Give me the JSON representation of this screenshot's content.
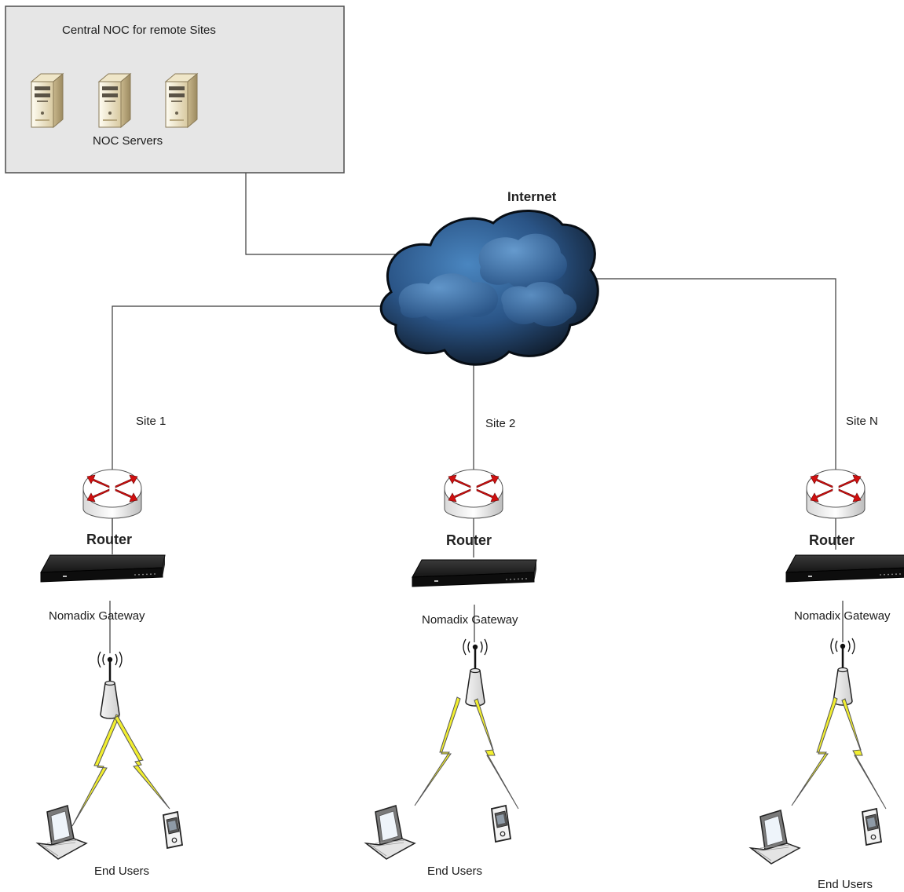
{
  "noc": {
    "title": "Central NOC for remote Sites",
    "servers_label": "NOC Servers"
  },
  "internet": {
    "label": "Internet"
  },
  "sites": [
    {
      "name": "Site 1",
      "router_label": "Router",
      "gateway_label": "Nomadix Gateway",
      "users_label": "End Users"
    },
    {
      "name": "Site 2",
      "router_label": "Router",
      "gateway_label": "Nomadix Gateway",
      "users_label": "End Users"
    },
    {
      "name": "Site N",
      "router_label": "Router",
      "gateway_label": "Nomadix Gateway",
      "users_label": "End Users"
    }
  ],
  "colors": {
    "noc_box_fill": "#e6e6e6",
    "cloud_dark": "#0f1a28",
    "cloud_light": "#4a86c0",
    "router_arrow": "#d01010",
    "lightning": "#f2ef30"
  }
}
